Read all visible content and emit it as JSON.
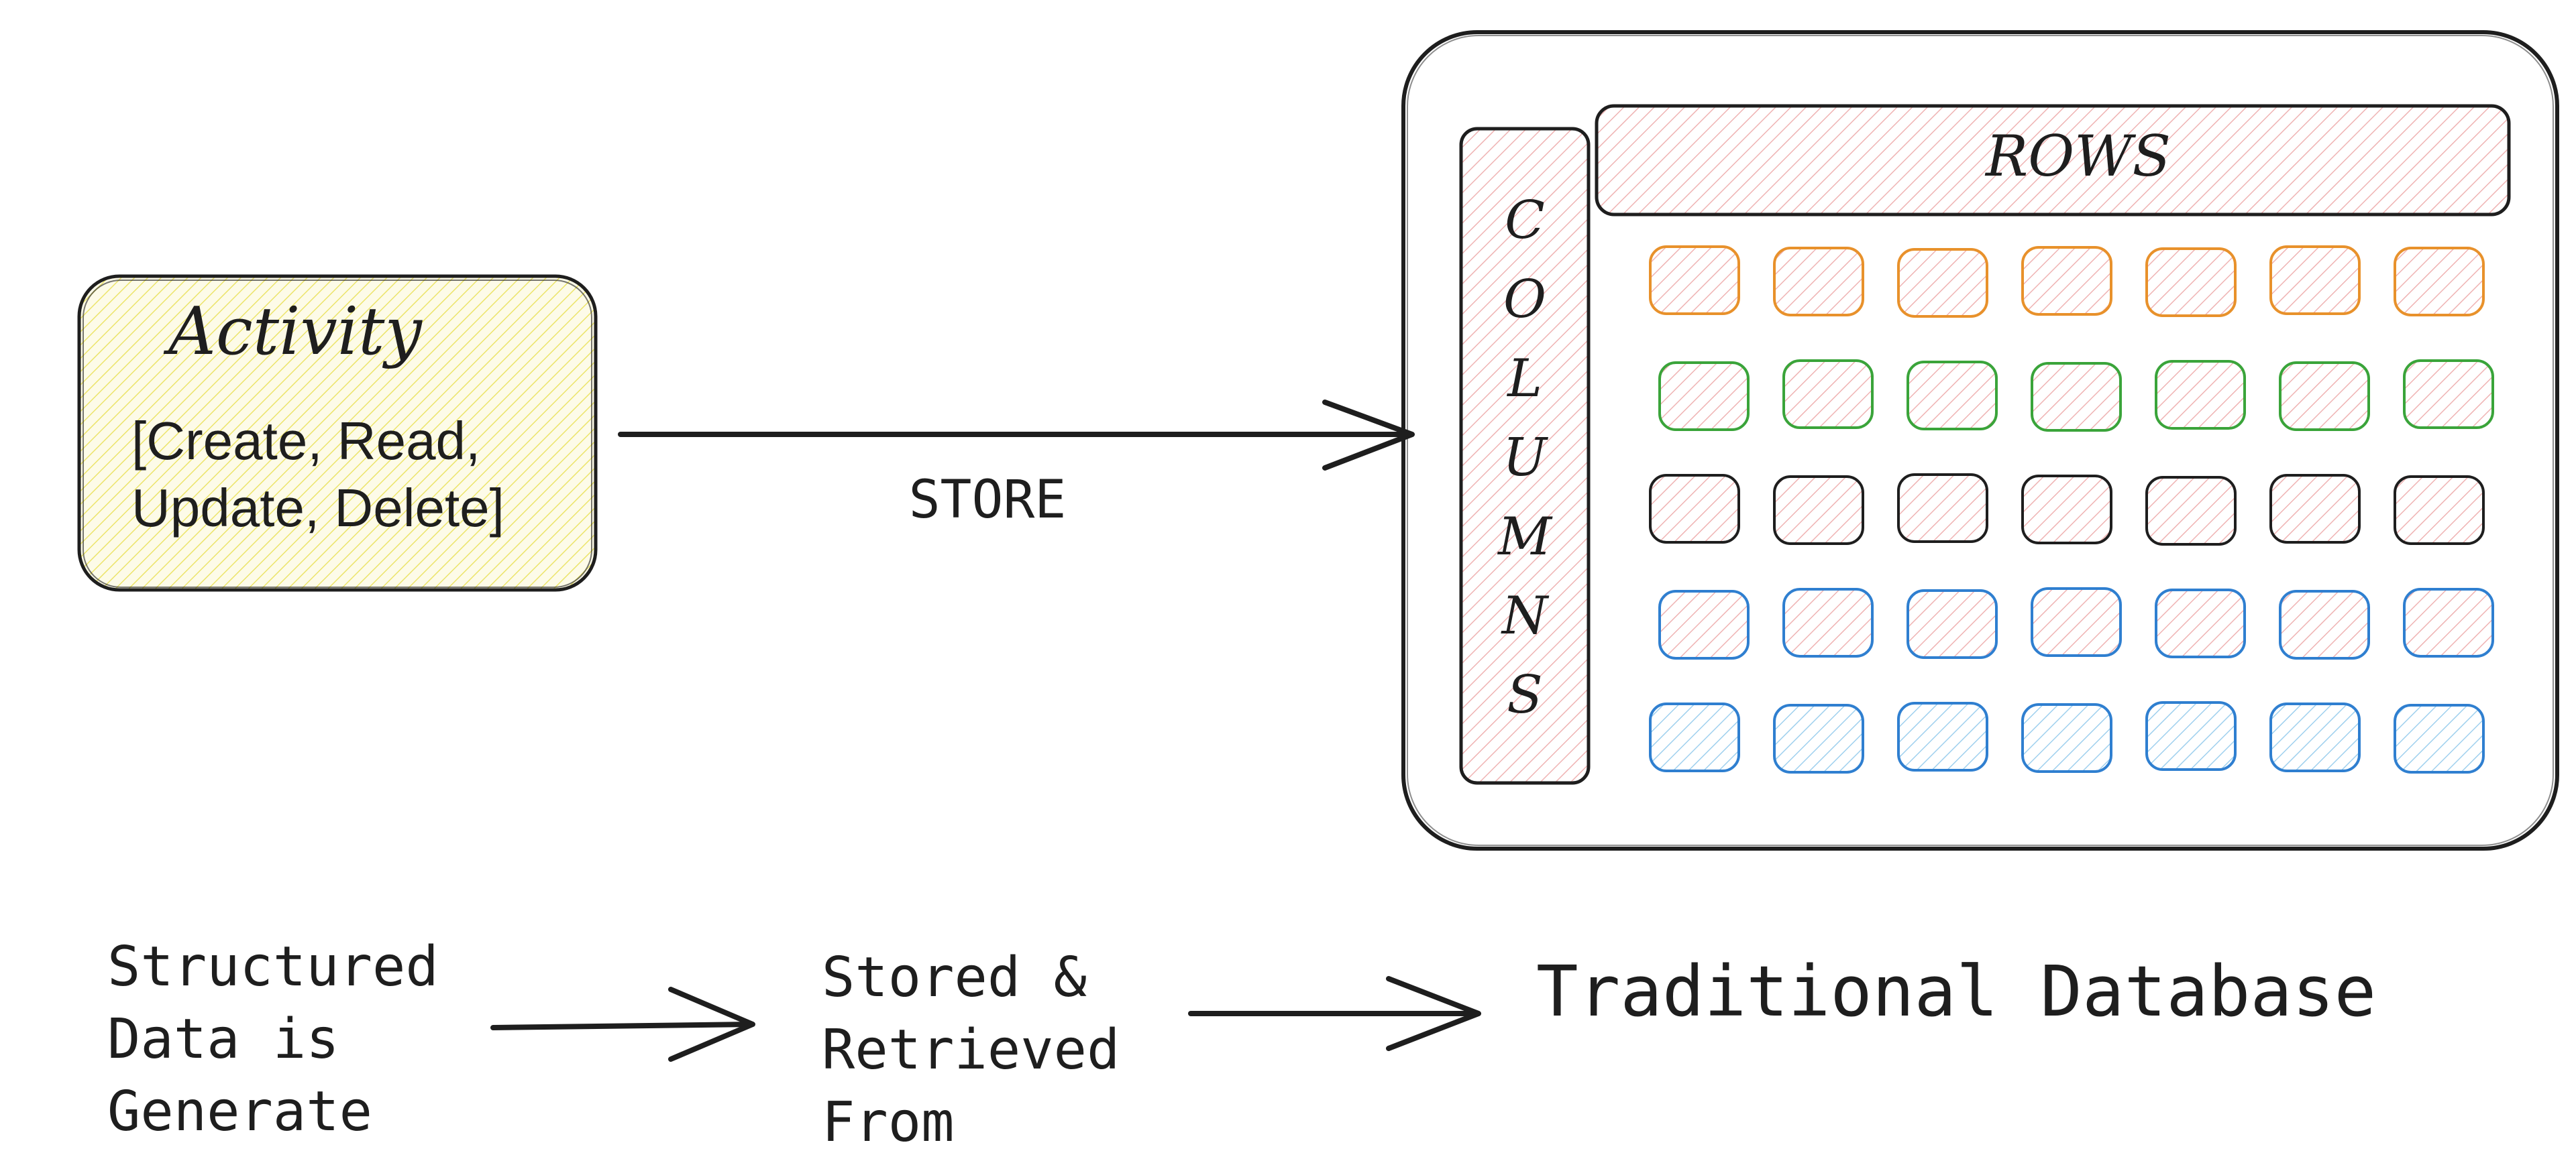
{
  "activity": {
    "title": "Activity",
    "line1": "[Create, Read,",
    "line2": "Update, Delete]"
  },
  "arrow_label": "STORE",
  "database": {
    "rows_label": "ROWS",
    "columns_letters": [
      "C",
      "O",
      "L",
      "U",
      "M",
      "N",
      "S"
    ],
    "cells_per_row": 7,
    "row_colors": [
      "#e8912b",
      "#3aa43a",
      "#1e1e1e",
      "#2f7fd0",
      "#2f7fd0"
    ],
    "row_fills": [
      "#f3b5b5",
      "#f3b5b5",
      "#f3b5b5",
      "#f3b5b5",
      "#9fd0ee"
    ]
  },
  "flow": {
    "step1": [
      "Structured",
      "Data is",
      "Generate"
    ],
    "step2": [
      "Stored &",
      "Retrieved",
      "From"
    ],
    "step3": "Traditional Database"
  },
  "colors": {
    "activity_fill": "#f2ec8c",
    "label_fill": "#f3b5b5",
    "stroke": "#1e1e1e"
  }
}
